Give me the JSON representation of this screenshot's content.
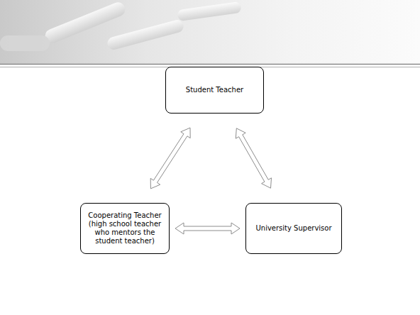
{
  "diagram": {
    "nodes": [
      {
        "text": [
          "Student Teacher"
        ]
      },
      {
        "text": [
          "Cooperating Teacher (high school teacher who mentors the student teacher)"
        ]
      },
      {
        "text": [
          "University Supervisor"
        ]
      }
    ],
    "edges": [
      {
        "from": 0,
        "to": 1,
        "arrow": "both"
      },
      {
        "from": 0,
        "to": 2,
        "arrow": "both"
      },
      {
        "from": 1,
        "to": 2,
        "arrow": "both"
      }
    ]
  }
}
